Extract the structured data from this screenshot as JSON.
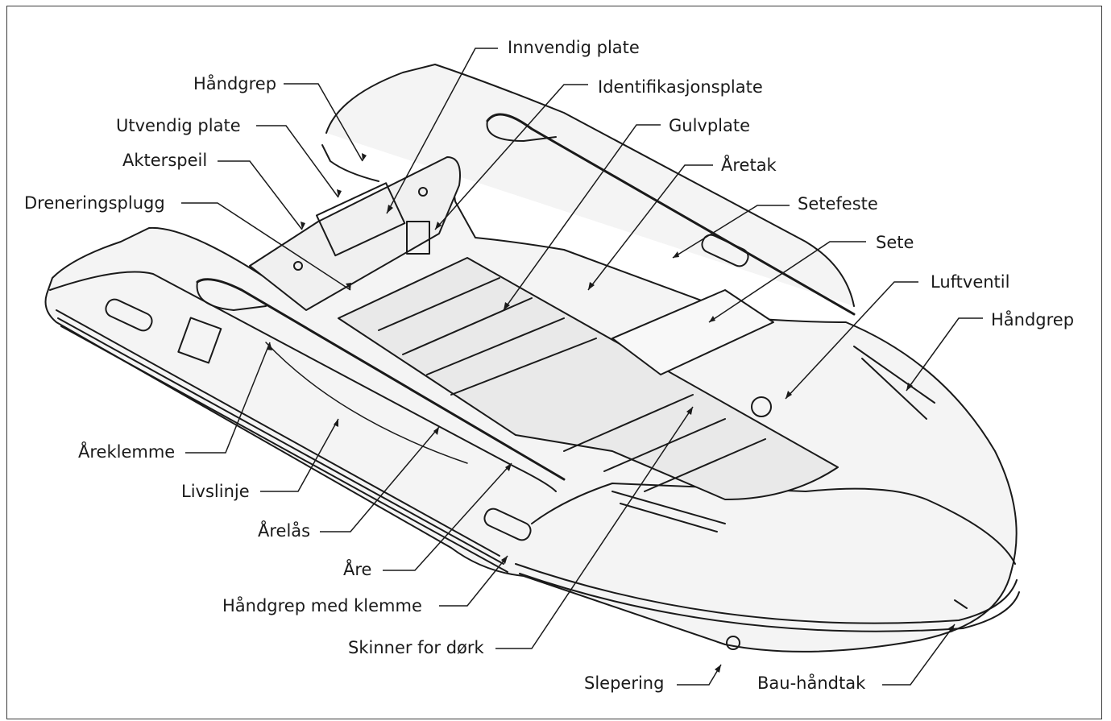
{
  "labels": {
    "innvendig_plate": "Innvendig plate",
    "handgrep_top": "Håndgrep",
    "identifikasjonsplate": "Identifikasjonsplate",
    "utvendig_plate": "Utvendig plate",
    "gulvplate": "Gulvplate",
    "akterspeil": "Akterspeil",
    "aretak": "Åretak",
    "dreneringsplugg": "Dreneringsplugg",
    "setefeste": "Setefeste",
    "sete": "Sete",
    "luftventil": "Luftventil",
    "handgrep_right": "Håndgrep",
    "areklemme": "Åreklemme",
    "livslinje": "Livslinje",
    "arelas": "Årelås",
    "are": "Åre",
    "handgrep_med_klemme": "Håndgrep med klemme",
    "skinner_for_dork": "Skinner for dørk",
    "slepering": "Slepering",
    "bau_handtak": "Bau-håndtak"
  },
  "colors": {
    "line": "#1a1a1a",
    "boat_fill": "#f4f4f4",
    "floor": "#e9e9e9"
  }
}
